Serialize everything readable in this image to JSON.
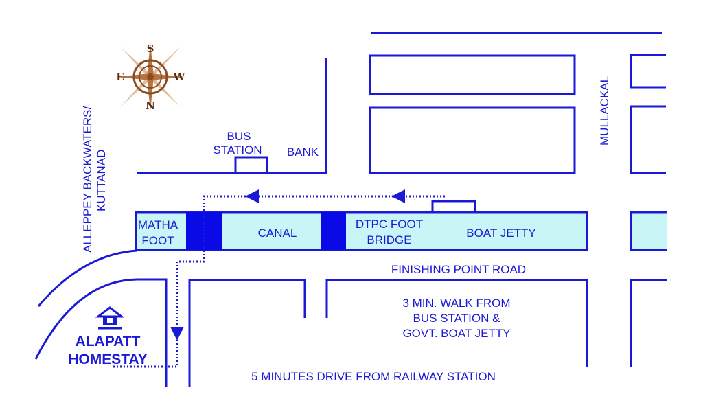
{
  "compass": {
    "north": "N",
    "south": "S",
    "east": "E",
    "west": "W"
  },
  "labels": {
    "backwaters_line1": "ALLEPPEY BACKWATERS/",
    "backwaters_line2": "KUTTANAD",
    "bus_station_line1": "BUS",
    "bus_station_line2": "STATION",
    "bank": "BANK",
    "mullackal": "MULLACKAL",
    "matha_line1": "MATHA",
    "matha_line2": "FOOT",
    "canal": "CANAL",
    "dtpc_line1": "DTPC FOOT",
    "dtpc_line2": "BRIDGE",
    "boat_jetty": "BOAT JETTY",
    "finishing_road": "FINISHING POINT ROAD",
    "walk_line1": "3 MIN. WALK FROM",
    "walk_line2": "BUS STATION &",
    "walk_line3": "GOVT. BOAT JETTY",
    "drive": "5 MINUTES DRIVE FROM RAILWAY STATION"
  },
  "homestay": {
    "line1": "ALAPATT",
    "line2": "HOMESTAY"
  },
  "colors": {
    "road": "#1a1ad6",
    "canal": "#c8f5f5",
    "bridge": "#0a0ae6",
    "compass": "#b5743f"
  }
}
